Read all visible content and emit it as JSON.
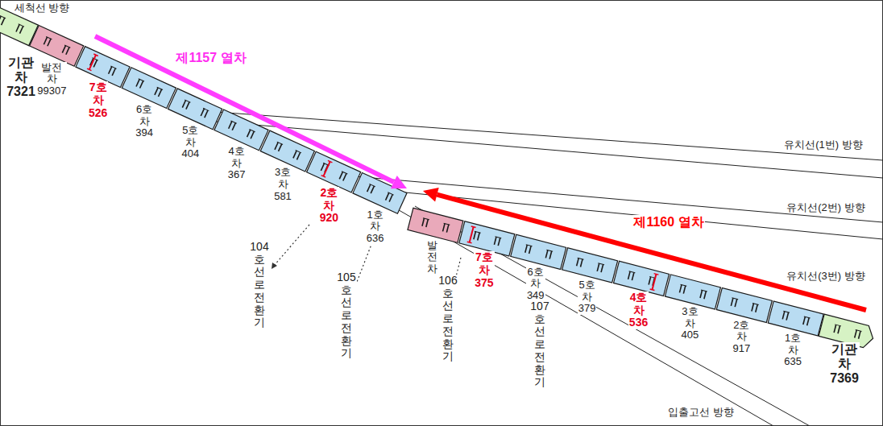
{
  "diagram": {
    "labels": [
      "세척선 방향",
      "기관차 7321",
      "발전차 99307",
      "7호차 526",
      "6호차 394",
      "5호차 404",
      "4호차 367",
      "3호차 581",
      "2호차 920",
      "1호차 636",
      "제1157 열차",
      "유치선(1번) 방향",
      "유치선(2번) 방향",
      "유치선(3번) 방향",
      "104호 선로전환기",
      "105호 선로전환기",
      "발전차",
      "7호차 375",
      "106호 선로전환기",
      "6호차 349",
      "107호 선로전환기",
      "5호차 379",
      "4호차 536",
      "3호차 405",
      "2호차 917",
      "1호차 635",
      "제1160 열차",
      "기관차 7369",
      "입출고선 방향"
    ]
  }
}
